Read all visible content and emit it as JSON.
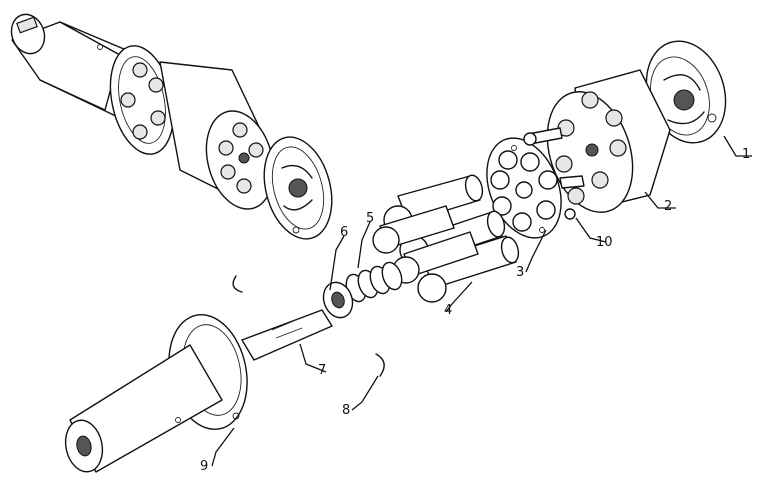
{
  "labels": {
    "part_1": "1",
    "part_2": "2",
    "part_3": "3",
    "part_4": "4",
    "part_5": "5",
    "part_6": "6",
    "part_7": "7",
    "part_8": "8",
    "part_9": "9",
    "part_10": "10"
  }
}
